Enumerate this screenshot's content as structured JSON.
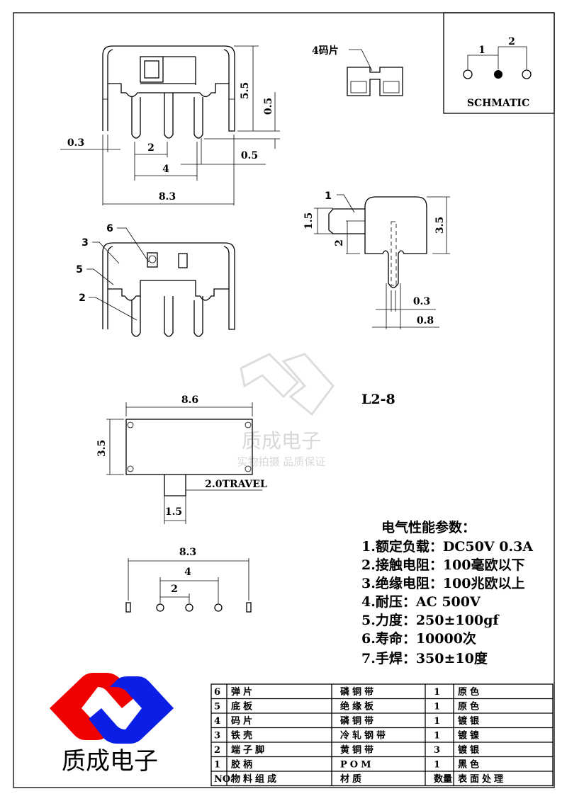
{
  "part_number": "L2-8",
  "part4_label": "4码片",
  "schematic": {
    "title": "SCHMATIC",
    "pin1": "1",
    "pin2": "2"
  },
  "front_view": {
    "dim_pin_width": "0.3",
    "dim_pitch": "2",
    "dim_pitch_total": "4",
    "dim_width": "8.3",
    "dim_height": "5.5",
    "dim_shell_offset": "0.5",
    "dim_pin_thickness": "0.5"
  },
  "side_view": {
    "callout": "1",
    "dim_lever": "1.5",
    "dim_lever_pos": "2",
    "dim_height": "3.5",
    "dim_pin_thk": "0.3",
    "dim_pin_w": "0.8"
  },
  "callouts": {
    "c6": "6",
    "c3": "3",
    "c5": "5",
    "c2": "2"
  },
  "top_view": {
    "dim_length": "8.6",
    "dim_width": "3.5",
    "dim_travel": "2.0TRAVEL",
    "dim_lever": "1.5"
  },
  "footprint": {
    "dim_total": "8.3",
    "dim_4": "4",
    "dim_2": "2"
  },
  "specs": {
    "title": "电气性能参数：",
    "items": [
      "1.额定负载：DC50V 0.3A",
      "2.接触电阻：100毫欧以下",
      "3.绝缘电阻：100兆欧以上",
      "4.耐压：AC 500V",
      "5.力度：250±100gf",
      "6.寿命：10000次",
      "7.手焊：350±10度"
    ]
  },
  "watermark": {
    "name": "质成电子",
    "slogan": "实物拍摄 品质保证"
  },
  "logo": {
    "name": "质成电子",
    "red": "#f00000",
    "blue": "#0a1ee6"
  },
  "bom": {
    "header": [
      "NO.",
      "物料组成",
      "材质",
      "数量",
      "表面处理"
    ],
    "rows": [
      [
        "6",
        "弹片",
        "磷铜带",
        "1",
        "原色"
      ],
      [
        "5",
        "底板",
        "绝缘板",
        "1",
        "原色"
      ],
      [
        "4",
        "码片",
        "磷铜带",
        "1",
        "镀银"
      ],
      [
        "3",
        "铁壳",
        "冷轧钢带",
        "1",
        "镀镍"
      ],
      [
        "2",
        "端子脚",
        "黄铜带",
        "3",
        "镀银"
      ],
      [
        "1",
        "胶柄",
        "POM",
        "1",
        "黑色"
      ]
    ]
  }
}
